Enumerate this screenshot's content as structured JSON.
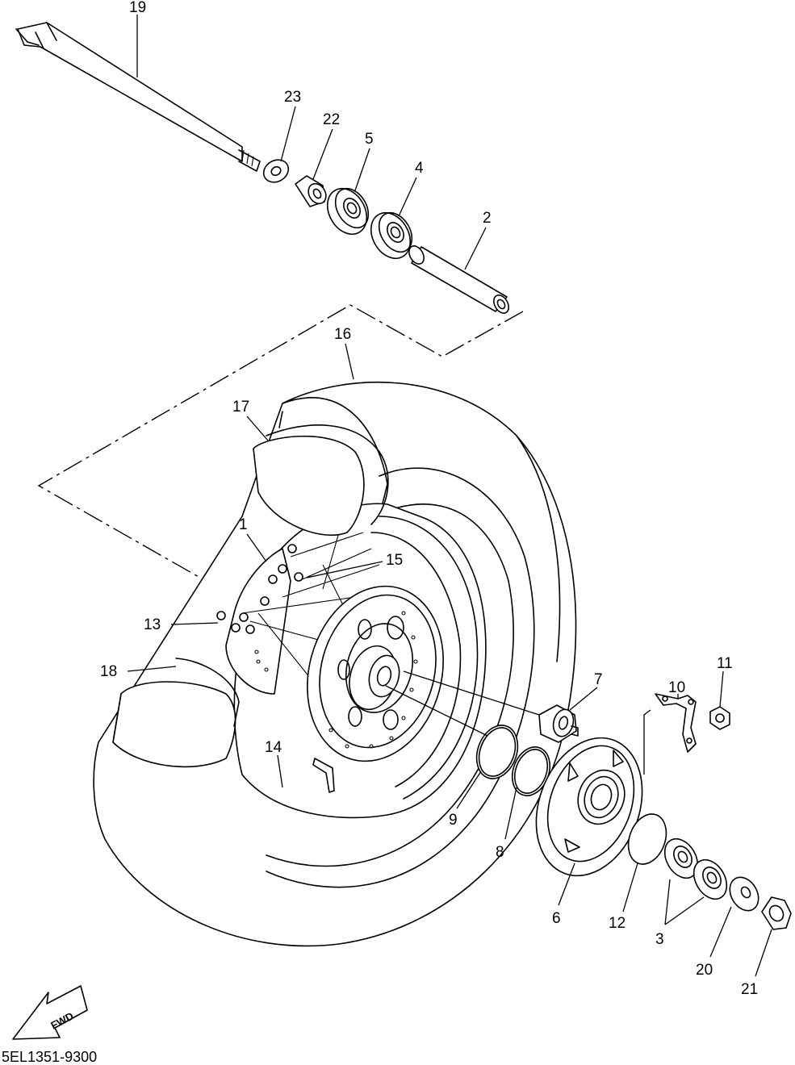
{
  "diagram": {
    "code": "5EL1351-9300",
    "fwd_label": "FWD",
    "callouts": {
      "p1": "1",
      "p2": "2",
      "p3": "3",
      "p4": "4",
      "p5": "5",
      "p6": "6",
      "p7": "7",
      "p8": "8",
      "p9": "9",
      "p10": "10",
      "p11": "11",
      "p12": "12",
      "p13": "13",
      "p14": "14",
      "p15": "15",
      "p16": "16",
      "p17": "17",
      "p18": "18",
      "p19": "19",
      "p20": "20",
      "p21": "21",
      "p22": "22",
      "p23": "23"
    }
  }
}
